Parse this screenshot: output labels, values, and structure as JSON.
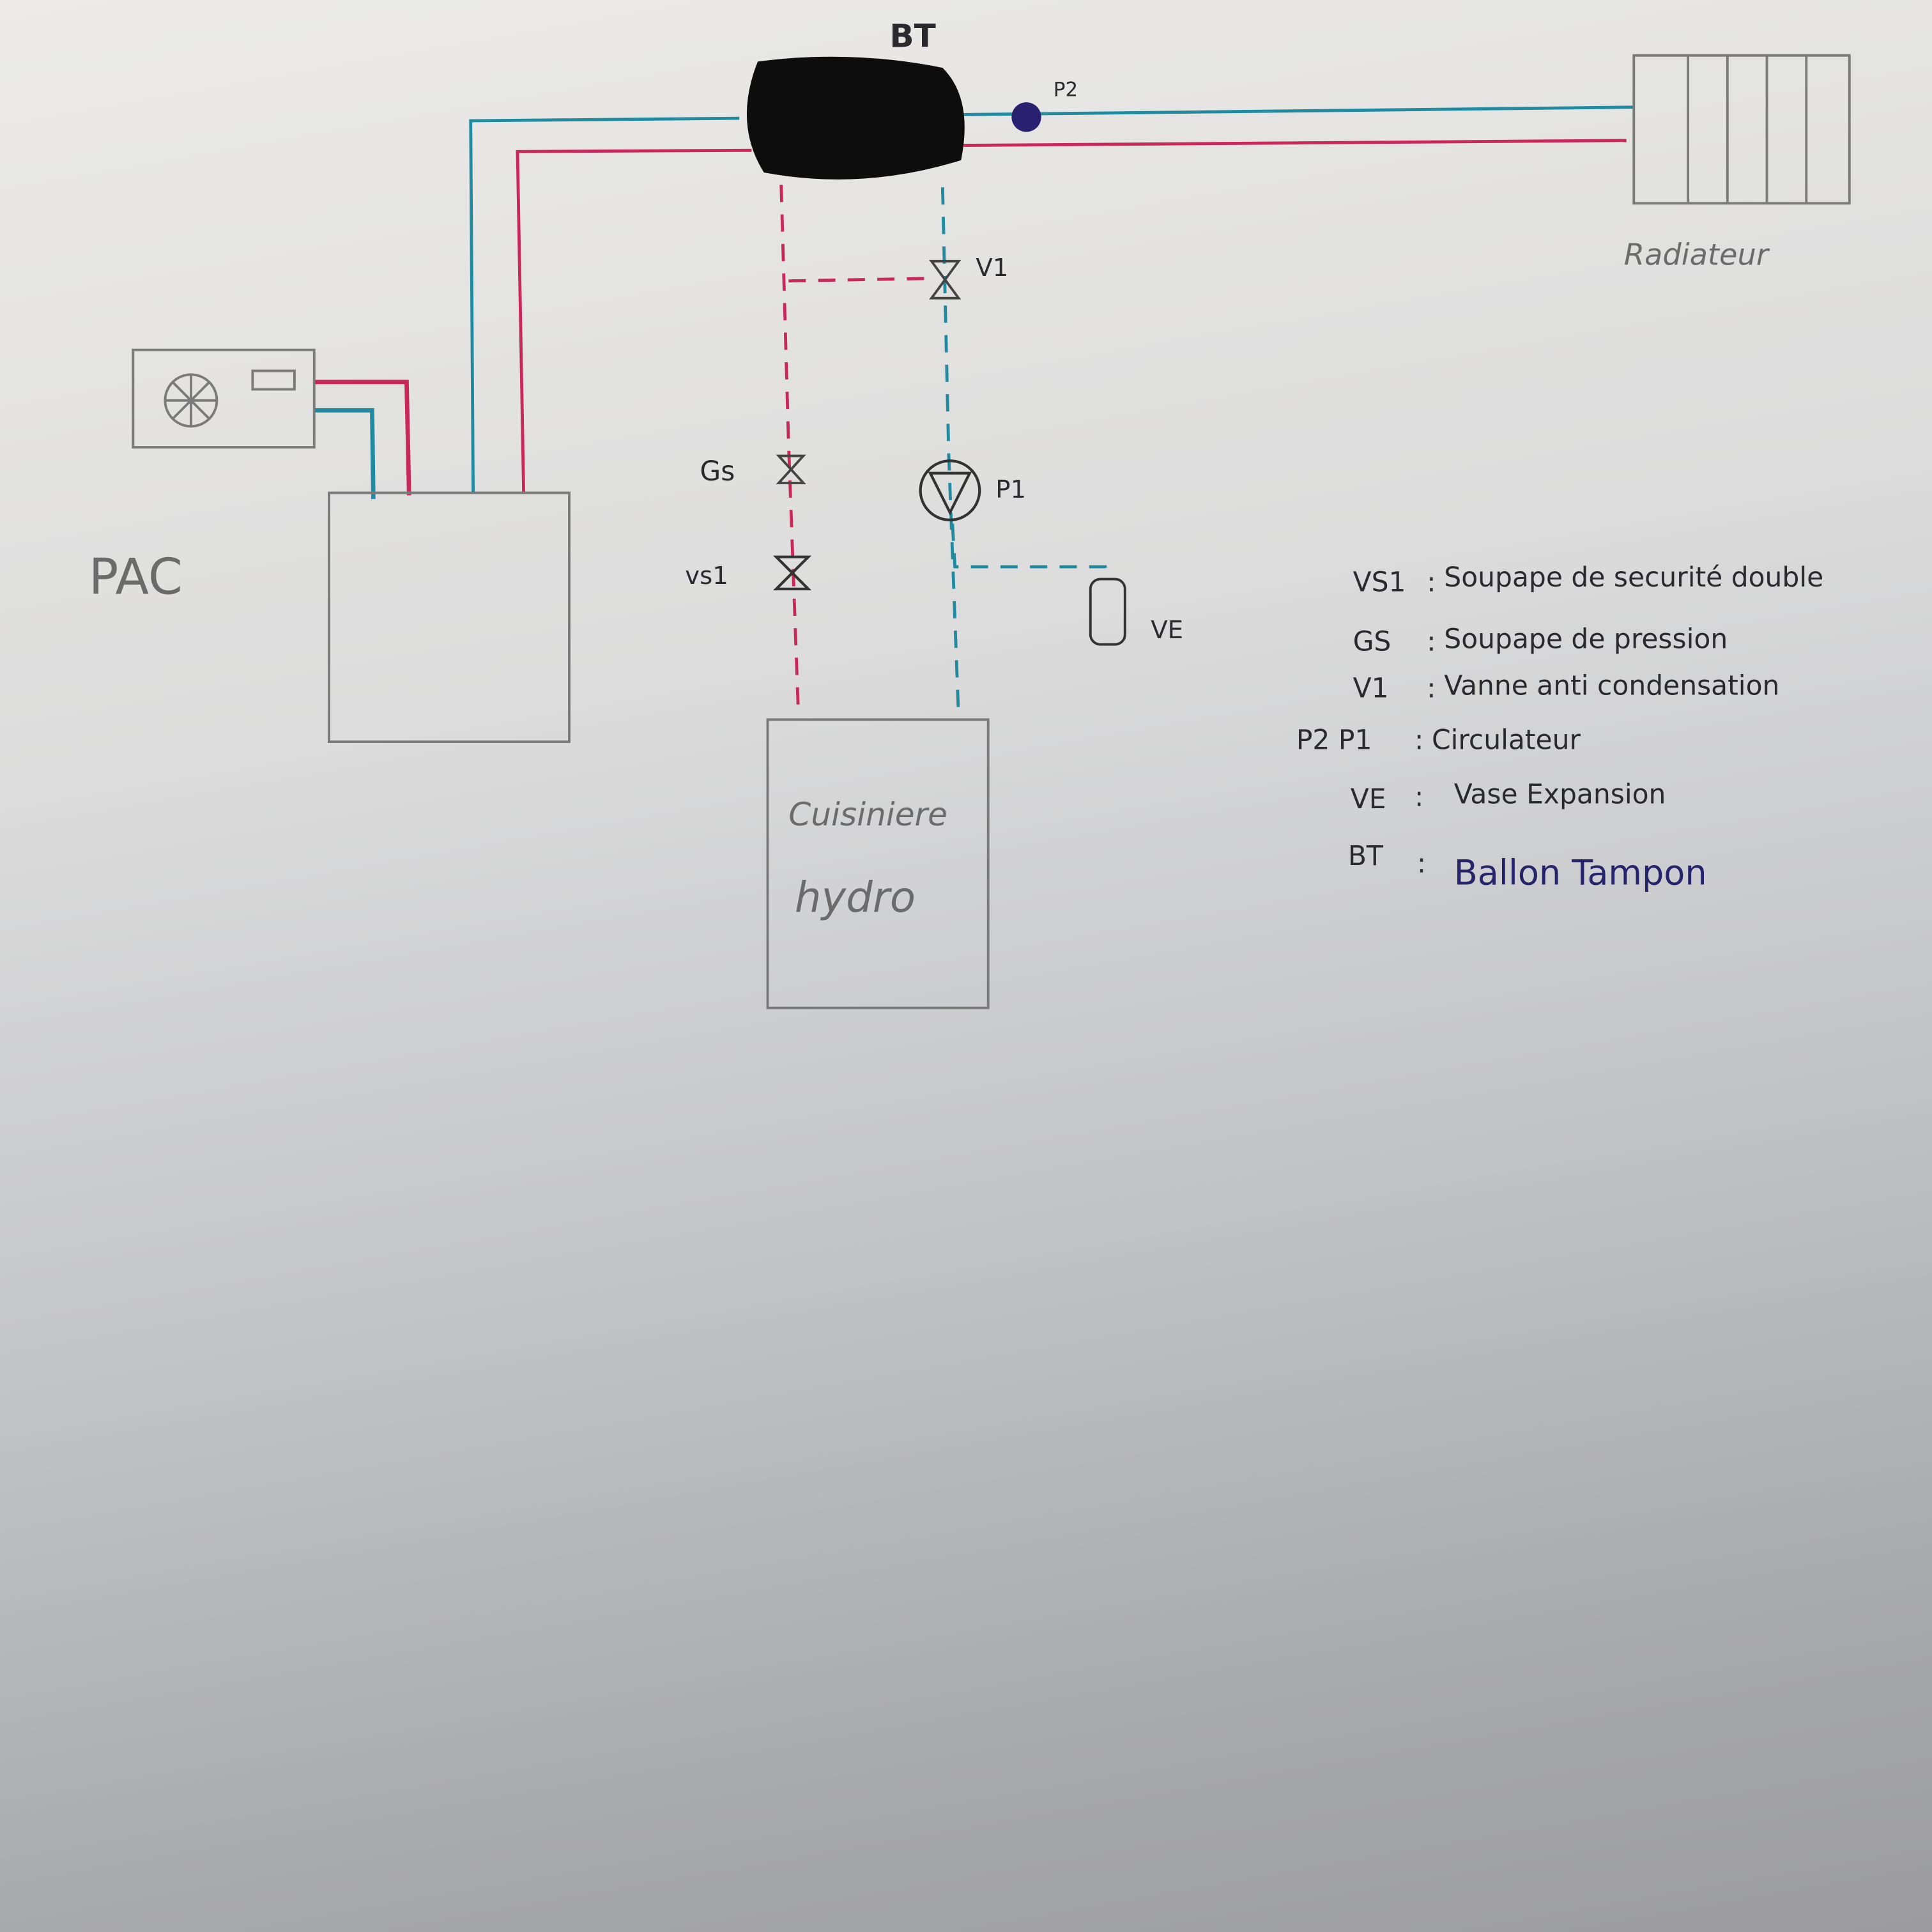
{
  "diagram": {
    "labels": {
      "buffer_tank": "BT",
      "pump2": "P2",
      "radiator": "Radiateur",
      "heat_pump": "PAC",
      "valve1": "V1",
      "pressure_valve": "Gs",
      "safety_valve": "vs1",
      "pump1": "P1",
      "expansion_vessel": "VE",
      "stove_line1": "Cuisiniere",
      "stove_line2": "hydro"
    },
    "legend": [
      {
        "code": "VS1",
        "desc": "Soupape de securité double"
      },
      {
        "code": "GS",
        "desc": "Soupape de pression"
      },
      {
        "code": "V1",
        "desc": "Vanne anti condensation"
      },
      {
        "code": "P2 P1",
        "desc": "Circulateur"
      },
      {
        "code": "VE",
        "desc": "Vase Expansion"
      },
      {
        "code": "BT",
        "desc": "Ballon Tampon"
      }
    ],
    "colors": {
      "hot_pipe": "#c8285a",
      "cold_pipe": "#1f8aa0",
      "outline": "#7a7a7a",
      "ink": "#2a2a2e",
      "blue_ink": "#26246a"
    }
  }
}
